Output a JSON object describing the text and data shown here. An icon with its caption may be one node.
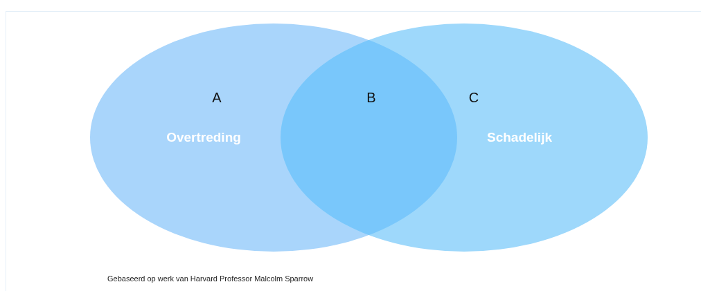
{
  "diagram": {
    "caption": "Gebaseerd op werk van Harvard Professor Malcolm Sparrow",
    "nodes": [
      {
        "text": [
          "A",
          "Overtreding"
        ]
      },
      {
        "text": [
          "B"
        ]
      },
      {
        "text": [
          "C",
          "Schadelijk"
        ]
      }
    ]
  }
}
